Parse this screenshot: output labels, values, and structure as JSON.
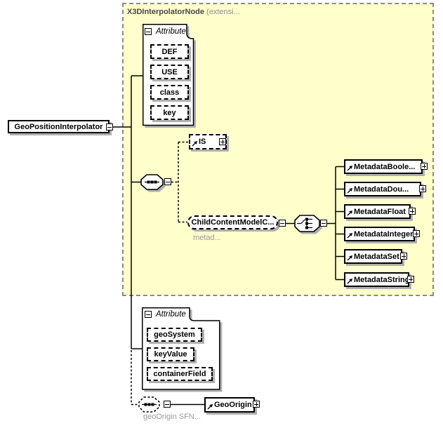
{
  "root_element": {
    "label": "GeoPositionInterpolator"
  },
  "container": {
    "title": "X3DInterpolatorNode",
    "subtitle": "(extensi..."
  },
  "attribute_group_top": {
    "header": "Attribute",
    "items": [
      "DEF",
      "USE",
      "class",
      "key"
    ]
  },
  "is_element": {
    "label": "IS"
  },
  "child_content_model": {
    "label": "ChildContentModelC...",
    "annotation": "metad..."
  },
  "metadata_elements": [
    "MetadataBoole...",
    "MetadataDou...",
    "MetadataFloat",
    "MetadataInteger",
    "MetadataSet",
    "MetadataString"
  ],
  "attribute_group_bottom": {
    "header": "Attribute",
    "items": [
      "geoSystem",
      "keyValue",
      "containerField"
    ]
  },
  "geo_origin": {
    "label": "GeoOrigin",
    "annotation": "geoOrigin SFN..."
  },
  "colors": {
    "container_fill": "#ffffcc",
    "container_border": "#8a8a8a",
    "box_shadow": "#b0b0b0"
  }
}
